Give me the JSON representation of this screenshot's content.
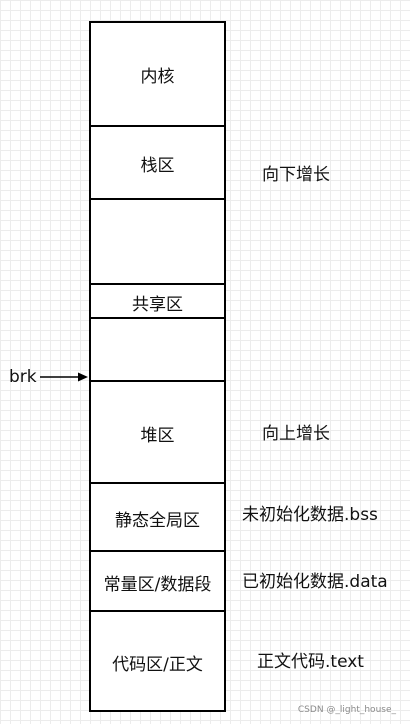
{
  "segments": {
    "kernel": "内核",
    "stack": "栈区",
    "shared": "共享区",
    "heap": "堆区",
    "bss": "静态全局区",
    "data": "常量区/数据段",
    "text": "代码区/正文"
  },
  "notes": {
    "stack_growth": "向下增长",
    "heap_growth": "向上增长",
    "bss": "未初始化数据.bss",
    "data": "已初始化数据.data",
    "text": "正文代码.text"
  },
  "pointer": {
    "label": "brk"
  },
  "watermark": "CSDN @_light_house_"
}
